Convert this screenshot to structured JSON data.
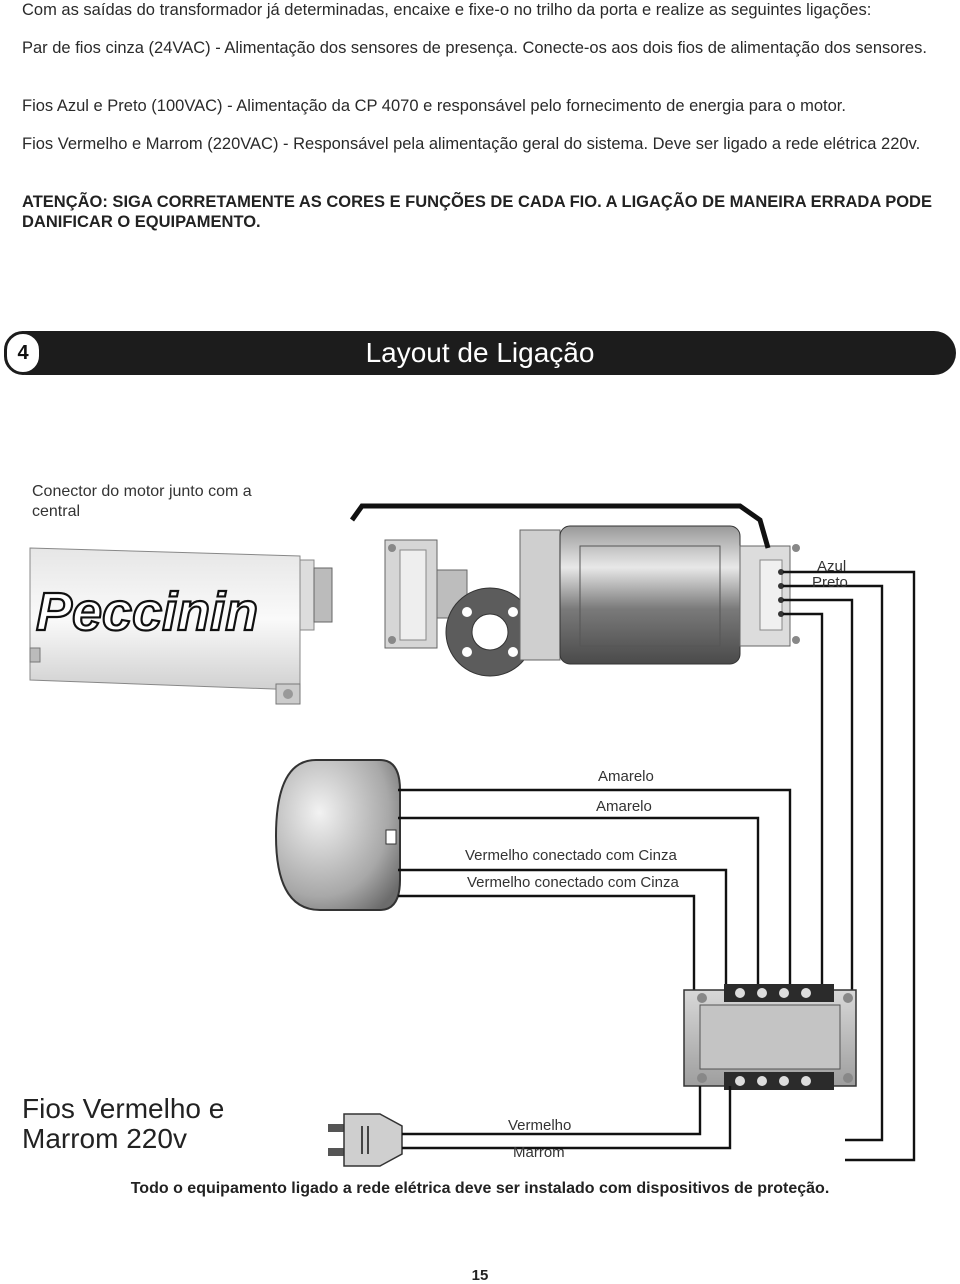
{
  "paragraphs": {
    "p1": "Com as saídas do transformador já determinadas, encaixe e fixe-o no trilho da porta e realize as seguintes ligações:",
    "p2": "Par de fios cinza (24VAC) - Alimentação dos sensores de presença. Conecte-os aos  dois fios de alimentação dos sensores.",
    "p3": "Fios Azul e Preto (100VAC) - Alimentação da CP 4070 e responsável pelo fornecimento de energia para o motor.",
    "p4": "Fios Vermelho e Marrom (220VAC) - Responsável pela alimentação geral do sistema. Deve ser ligado a rede elétrica 220v.",
    "warning": "ATENÇÃO: SIGA CORRETAMENTE AS CORES E FUNÇÕES DE CADA FIO. A LIGAÇÃO DE MANEIRA ERRADA PODE DANIFICAR O EQUIPAMENTO."
  },
  "section": {
    "number": "4",
    "title": "Layout de Ligação"
  },
  "diagram": {
    "connector_label": "Conector do motor junto com a central",
    "brand": "Peccinin",
    "wire_labels": {
      "azul": "Azul",
      "preto": "Preto",
      "amarelo_1": "Amarelo",
      "amarelo_2": "Amarelo",
      "vermelho_cinza_1": "Vermelho conectado com Cinza",
      "vermelho_cinza_2": "Vermelho conectado com Cinza",
      "vermelho": "Vermelho",
      "marrom": "Marrom"
    },
    "power_label": "Fios Vermelho e Marrom 220v"
  },
  "footer": {
    "notice": "Todo o equipamento ligado a rede elétrica deve ser instalado com dispositivos de proteção.",
    "page_number": "15"
  }
}
